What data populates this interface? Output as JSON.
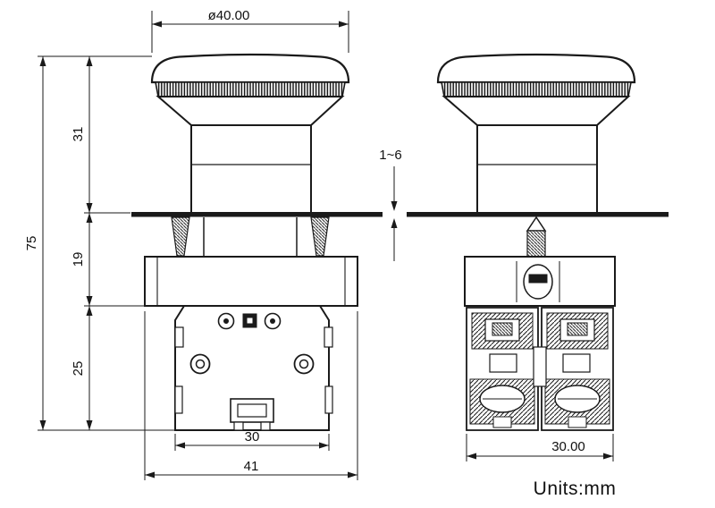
{
  "drawing": {
    "units_label": "Units:mm",
    "dims": {
      "head_diameter": "ø40.00",
      "head_height": "31",
      "mid_height": "19",
      "lower_height": "25",
      "total_height": "75",
      "panel_thickness": "1~6",
      "body_width_front": "30",
      "flange_width_front": "41",
      "body_width_side": "30.00"
    }
  }
}
